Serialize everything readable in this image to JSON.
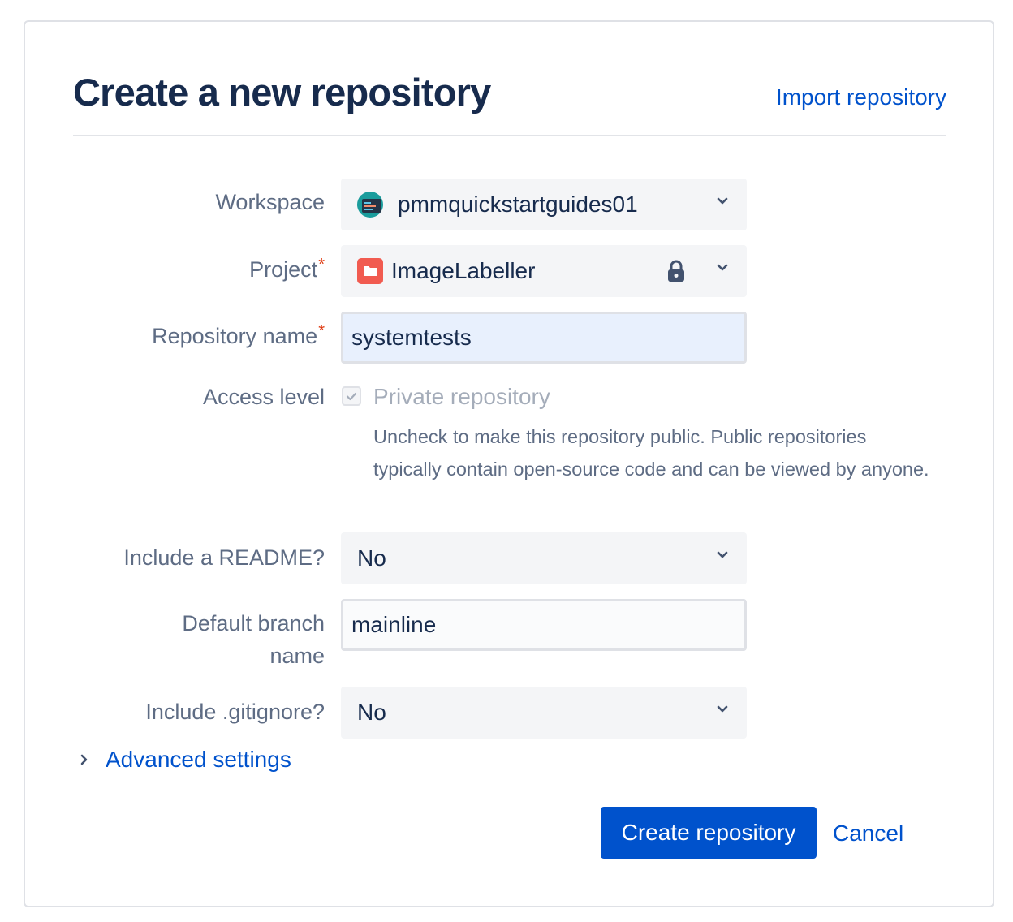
{
  "header": {
    "title": "Create a new repository",
    "import_link": "Import repository"
  },
  "form": {
    "workspace": {
      "label": "Workspace",
      "value": "pmmquickstartguides01",
      "icon": "workspace-avatar-icon"
    },
    "project": {
      "label": "Project",
      "required_mark": "*",
      "value": "ImageLabeller",
      "icon": "folder-icon",
      "lock_icon": "lock-icon"
    },
    "repo_name": {
      "label": "Repository name",
      "required_mark": "*",
      "value": "systemtests"
    },
    "access": {
      "label": "Access level",
      "checkbox_label": "Private repository",
      "checked": true,
      "help": "Uncheck to make this repository public. Public repositories typically contain open-source code and can be viewed by anyone."
    },
    "readme": {
      "label": "Include a README?",
      "value": "No"
    },
    "branch": {
      "label_line1": "Default branch",
      "label_line2": "name",
      "value": "mainline"
    },
    "gitignore": {
      "label": "Include .gitignore?",
      "value": "No"
    },
    "advanced": "Advanced settings"
  },
  "actions": {
    "create": "Create repository",
    "cancel": "Cancel"
  },
  "colors": {
    "primary": "#0052cc",
    "required": "#de350b",
    "heading": "#172b4d",
    "muted": "#5e6c84"
  }
}
